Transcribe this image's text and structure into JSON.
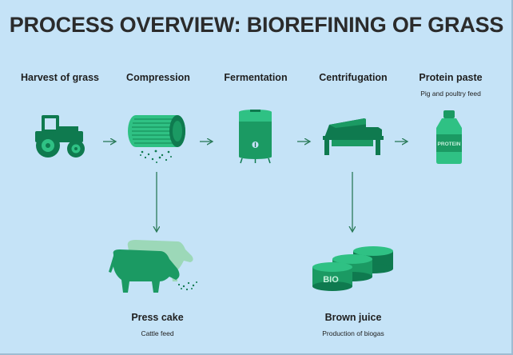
{
  "title": "PROCESS OVERVIEW: BIOREFINING OF GRASS",
  "steps": [
    {
      "label": "Harvest of grass",
      "sublabel": "",
      "icon": "tractor-icon"
    },
    {
      "label": "Compression",
      "sublabel": "",
      "icon": "press-drum-icon"
    },
    {
      "label": "Fermentation",
      "sublabel": "",
      "icon": "fermentation-tank-icon"
    },
    {
      "label": "Centrifugation",
      "sublabel": "",
      "icon": "centrifuge-icon"
    },
    {
      "label": "Protein paste",
      "sublabel": "Pig and poultry feed",
      "icon": "protein-bottle-icon"
    }
  ],
  "outputs": {
    "press_cake": {
      "label": "Press cake",
      "sublabel": "Cattle feed",
      "icon": "cows-icon"
    },
    "brown_juice": {
      "label": "Brown juice",
      "sublabel": "Production of biogas",
      "icon": "bio-tanks-icon"
    }
  },
  "icon_text": {
    "bottle": "PROTEIN",
    "tank": "BIO"
  },
  "colors": {
    "background": "#c5e3f7",
    "green_dark": "#0f7a4f",
    "green_mid": "#1b9a63",
    "green_light": "#2fc184",
    "green_pale": "#9cd8b8",
    "arrow": "#2a7a58",
    "text": "#1f1f1f"
  }
}
